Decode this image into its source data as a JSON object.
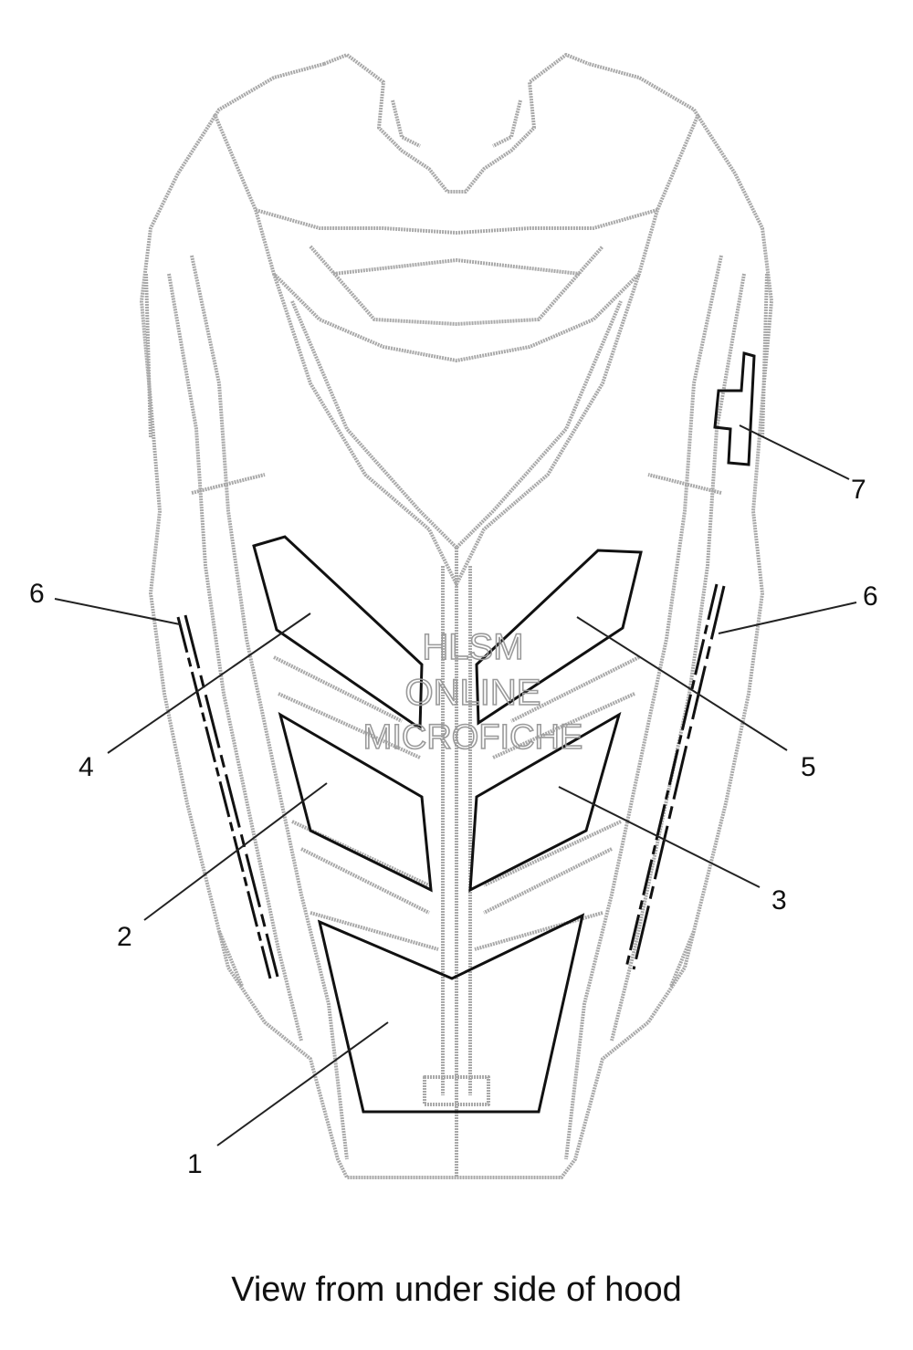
{
  "caption": "View from under side of hood",
  "watermark": {
    "line1": "HLSM",
    "line2": "ONLINE",
    "line3": "MICROFICHE"
  },
  "callouts": {
    "c1": "1",
    "c2": "2",
    "c3": "3",
    "c4": "4",
    "c5": "5",
    "c6_left": "6",
    "c6_right": "6",
    "c7": "7"
  },
  "colors": {
    "frame": "#a9a9a9",
    "decal_outline": "#111111",
    "leader": "#222222",
    "watermark": "#9a9a9a"
  }
}
